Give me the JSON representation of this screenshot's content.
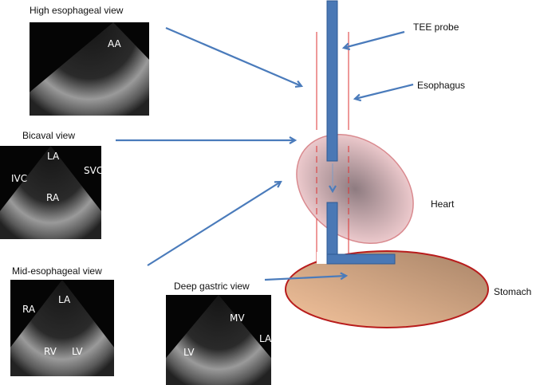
{
  "views": {
    "high_esophageal": {
      "title": "High esophageal view",
      "labels": [
        "AA"
      ]
    },
    "bicaval": {
      "title": "Bicaval view",
      "labels": [
        "LA",
        "IVC",
        "SVC",
        "RA"
      ]
    },
    "mid_esophageal": {
      "title": "Mid-esophageal view",
      "labels": [
        "LA",
        "RA",
        "RV",
        "LV"
      ]
    },
    "deep_gastric": {
      "title": "Deep gastric view",
      "labels": [
        "MV",
        "LV",
        "LA"
      ]
    }
  },
  "anatomy": {
    "tee_probe": "TEE probe",
    "esophagus": "Esophagus",
    "heart": "Heart",
    "stomach": "Stomach"
  },
  "colors": {
    "probe": "#4a78b5",
    "arrow": "#4a7bbb",
    "esophagus_line": "#d33",
    "stomach_edge": "#b81c1c"
  }
}
